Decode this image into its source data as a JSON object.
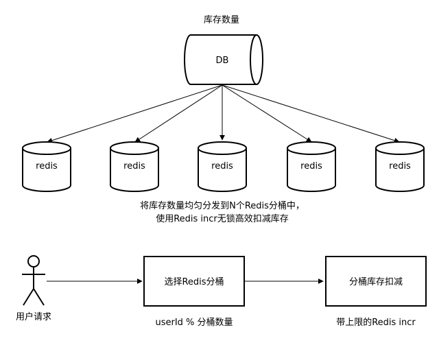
{
  "db": {
    "title": "库存数量",
    "label": "DB"
  },
  "buckets": [
    {
      "label": "redis"
    },
    {
      "label": "redis"
    },
    {
      "label": "redis"
    },
    {
      "label": "redis"
    },
    {
      "label": "redis"
    }
  ],
  "note": {
    "line1": "将库存数量均匀分发到N个Redis分桶中，",
    "line2": "使用Redis incr无锁高效扣减库存"
  },
  "flow": {
    "actor_label": "用户请求",
    "select_box": "选择Redis分桶",
    "select_caption": "userId % 分桶数量",
    "deduct_box": "分桶库存扣减",
    "deduct_caption": "带上限的Redis incr"
  }
}
